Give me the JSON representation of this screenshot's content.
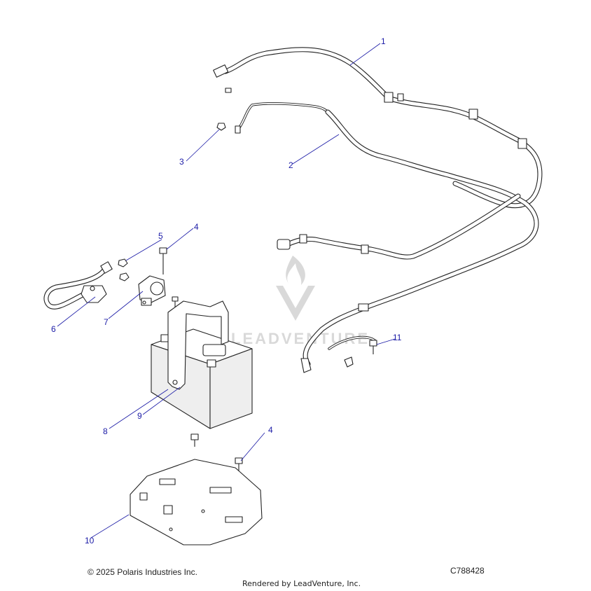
{
  "callouts": [
    {
      "id": "callout-1",
      "label": "1"
    },
    {
      "id": "callout-2",
      "label": "2"
    },
    {
      "id": "callout-3",
      "label": "3"
    },
    {
      "id": "callout-4a",
      "label": "4"
    },
    {
      "id": "callout-4b",
      "label": "4"
    },
    {
      "id": "callout-5",
      "label": "5"
    },
    {
      "id": "callout-6",
      "label": "6"
    },
    {
      "id": "callout-7",
      "label": "7"
    },
    {
      "id": "callout-8",
      "label": "8"
    },
    {
      "id": "callout-9",
      "label": "9"
    },
    {
      "id": "callout-10",
      "label": "10"
    },
    {
      "id": "callout-11",
      "label": "11"
    }
  ],
  "watermark": {
    "text": "LEADVENTURE"
  },
  "footer": {
    "copyright": "© 2025 Polaris Industries Inc.",
    "diagram_id": "C788428",
    "rendered_by": "Rendered by LeadVenture, Inc."
  },
  "colors": {
    "callout": "#1a1aa6",
    "line": "#222222",
    "watermark": "#d9d9d9"
  }
}
